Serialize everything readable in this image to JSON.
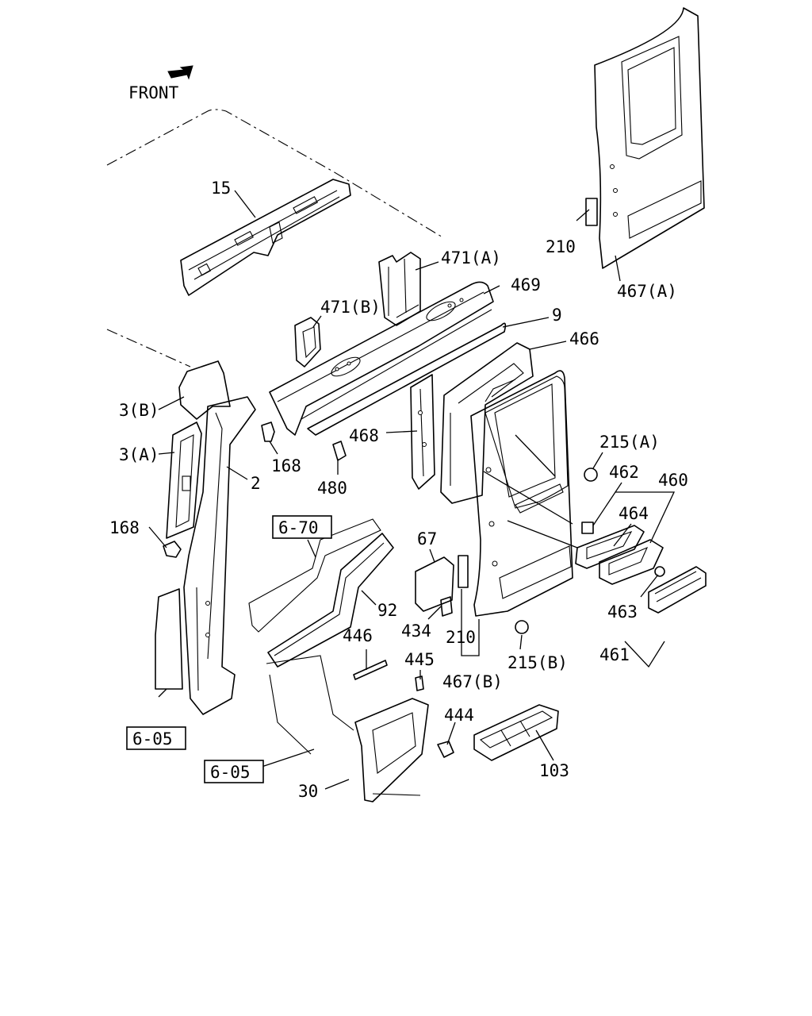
{
  "orientation": {
    "label": "FRONT",
    "icon": "front-arrow-icon"
  },
  "callouts": {
    "c15": "15",
    "c471a": "471(A)",
    "c469": "469",
    "c471b": "471(B)",
    "c9": "9",
    "c466": "466",
    "c210_top": "210",
    "c467a": "467(A)",
    "c3b": "3(B)",
    "c3a": "3(A)",
    "c2": "2",
    "c168_top": "168",
    "c168_left": "168",
    "c468": "468",
    "c480": "480",
    "c215a": "215(A)",
    "c462": "462",
    "c460": "460",
    "c464": "464",
    "c463": "463",
    "c461": "461",
    "c67": "67",
    "c92": "92",
    "c446": "446",
    "c434": "434",
    "c210_mid": "210",
    "c445": "445",
    "c467b": "467(B)",
    "c215b": "215(B)",
    "c444": "444",
    "c103": "103",
    "c30": "30"
  },
  "references": {
    "ref670": "6-70",
    "ref605_left": "6-05",
    "ref605_bottom": "6-05"
  }
}
